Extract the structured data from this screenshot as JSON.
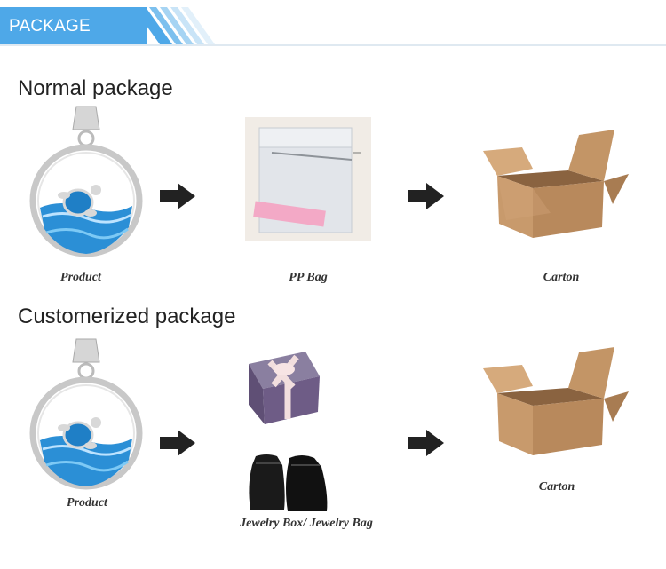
{
  "header": {
    "title": "PACKAGE",
    "accent": "#4ea8e8"
  },
  "normal": {
    "title": "Normal package",
    "product_label": "Product",
    "bag_label": "PP Bag",
    "carton_label": "Carton"
  },
  "custom": {
    "title": "Customerized package",
    "product_label": "Product",
    "box_label": "Jewelry Box/ Jewelry Bag",
    "carton_label": "Carton"
  }
}
